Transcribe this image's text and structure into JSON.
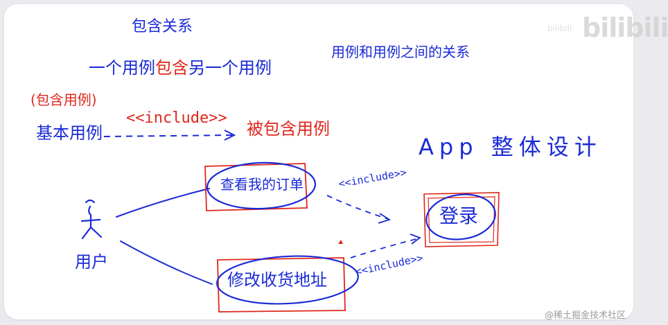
{
  "colors": {
    "ink_blue": "#1a2ad6",
    "ink_red": "#e0261c",
    "background": "#ffffff"
  },
  "heading": {
    "title": "包含关系",
    "subtitle": "一个用例包含另一个用例",
    "subtitle_blue_part_1": "一个用例",
    "subtitle_red_part": "包含",
    "subtitle_blue_part_2": "另一个用例",
    "relation_note": "用例和用例之间的关系"
  },
  "legend": {
    "base_note": "(包含用例)",
    "base_usecase": "基本用例",
    "include_label": "<<include>>",
    "included_usecase": "被包含用例"
  },
  "example": {
    "app_title": "App 整体设计",
    "actor_label": "用户",
    "usecases": [
      {
        "id": "check_orders",
        "label": "查看我的订单"
      },
      {
        "id": "login",
        "label": "登录"
      },
      {
        "id": "edit_address",
        "label": "修改收货地址"
      }
    ],
    "include_top": "<<include>>",
    "include_bottom": "<<include>>"
  },
  "watermark": {
    "logo": "bilibili",
    "small": "bilibili",
    "bottom": "@稀土掘金技术社区"
  }
}
